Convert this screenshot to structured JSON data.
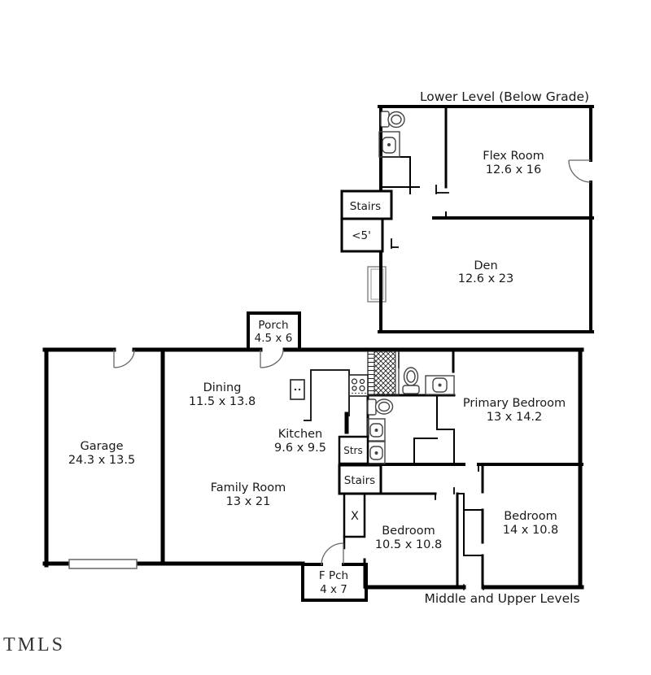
{
  "watermark": "TMLS",
  "lower_level": {
    "title": "Lower Level (Below Grade)",
    "rooms": {
      "flex": {
        "name": "Flex Room",
        "dims": "12.6 x 16"
      },
      "den": {
        "name": "Den",
        "dims": "12.6 x 23"
      },
      "stairs": {
        "name": "Stairs"
      },
      "low_clearance": {
        "name": "<5'"
      }
    }
  },
  "main_level": {
    "title": "Middle and Upper Levels",
    "rooms": {
      "porch": {
        "name": "Porch",
        "dims": "4.5 x 6"
      },
      "garage": {
        "name": "Garage",
        "dims": "24.3 x 13.5"
      },
      "dining": {
        "name": "Dining",
        "dims": "11.5 x 13.8"
      },
      "kitchen": {
        "name": "Kitchen",
        "dims": "9.6 x 9.5"
      },
      "family": {
        "name": "Family Room",
        "dims": "13 x 21"
      },
      "primary": {
        "name": "Primary Bedroom",
        "dims": "13 x 14.2"
      },
      "strs": {
        "name": "Strs"
      },
      "stairs": {
        "name": "Stairs"
      },
      "stair_marker": {
        "name": "X"
      },
      "bedroom1": {
        "name": "Bedroom",
        "dims": "10.5 x 10.8"
      },
      "bedroom2": {
        "name": "Bedroom",
        "dims": "14 x 10.8"
      },
      "front_porch": {
        "name": "F Pch",
        "dims": "4 x 7"
      }
    }
  },
  "fixtures": [
    "toilet",
    "sink",
    "stove",
    "dishwasher",
    "staircase-hatch",
    "garage-door",
    "fireplace",
    "door-swing"
  ],
  "colors": {
    "wall": "#000000",
    "fixture": "#444444",
    "door_arc": "#666666",
    "text": "#1a1a1a",
    "background": "#ffffff"
  }
}
